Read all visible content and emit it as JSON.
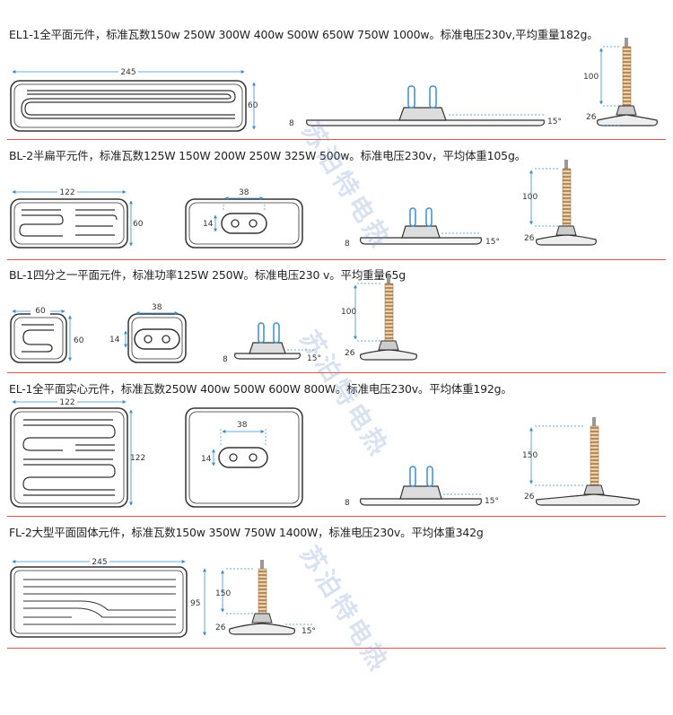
{
  "rows": [
    {
      "caption": "EL1-1全平面元件，标准瓦数150w 250W 300W 400w S00W 650W 750W 1000w。标准电压230v,平均重量182g。",
      "dims": {
        "length": "245",
        "height": "60",
        "thickness": "8",
        "angle": "15°",
        "tube": "100",
        "base": "26"
      }
    },
    {
      "caption": "BL-2半扁平元件，标准瓦数125W 150W 200W 250W 325W 500w。标准电压230v，平均体重105g。",
      "dims": {
        "length": "122",
        "height": "60",
        "slot_w": "38",
        "slot_h": "14",
        "thickness": "8",
        "angle": "15°",
        "tube": "100",
        "base": "26"
      }
    },
    {
      "caption": "BL-1四分之一平面元件，标准功率125W 250W。标准电压230 v。平均重量65g",
      "dims": {
        "length": "60",
        "height": "60",
        "slot_w": "38",
        "slot_h": "14",
        "thickness": "8",
        "angle": "15°",
        "tube": "100",
        "base": "26"
      }
    },
    {
      "caption": "EL-1全平面实心元件，标准瓦数250W 400w 500W 600W 800W。标准电压230v。平均体重192g。",
      "dims": {
        "length": "122",
        "height": "122",
        "slot_w": "38",
        "slot_h": "14",
        "thickness": "8",
        "angle": "15°",
        "tube": "150",
        "base": "26"
      }
    },
    {
      "caption": "FL-2大型平面固体元件，标准瓦数150w 350W 750W 1400W，标准电压230v。平均体重342g",
      "dims": {
        "length": "245",
        "height": "95",
        "tube": "150",
        "base": "26",
        "angle": "15°"
      }
    }
  ],
  "watermark": "苏泊特电热",
  "colors": {
    "divider": "#d9534f",
    "line": "#333333",
    "dim": "#3a8fd0",
    "wire": "#c08a50"
  }
}
